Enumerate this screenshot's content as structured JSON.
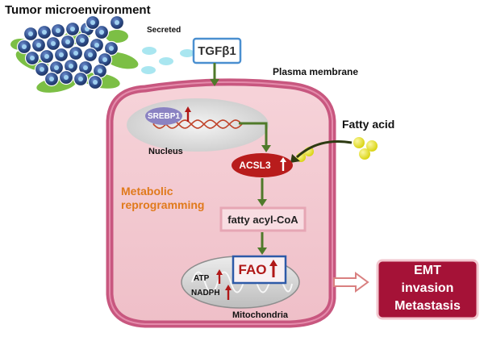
{
  "labels": {
    "title": "Tumor microenvironment",
    "secreted": "Secreted",
    "tgfb1": "TGFβ1",
    "plasma_membrane": "Plasma membrane",
    "fatty_acid": "Fatty acid",
    "srebp1": "SREBP1",
    "nucleus": "Nucleus",
    "acsl3": "ACSL3",
    "metabolic": "Metabolic",
    "reprogramming": "reprogramming",
    "fatty_acyl_coa": "fatty acyl-CoA",
    "fao": "FAO",
    "atp": "ATP",
    "nadph": "NADPH",
    "mitochondria": "Mitochondria",
    "emt": "EMT",
    "invasion": "invasion",
    "metastasis": "Metastasis"
  },
  "colors": {
    "cell_fill": "#f2c8cf",
    "membrane": "#c8577f",
    "upregulation_arrow": "#b01818",
    "pathway_arrow": "#4f7a2a",
    "acsl3_fill": "#b81c1c",
    "outcome_fill": "#a51237",
    "orange_text": "#e07a1c",
    "tumor_blue": "#2c4a86",
    "stroma_green": "#7cbf45",
    "fatty_acid_yellow": "#e8e419",
    "secreted_cyan": "#a9e6f0"
  }
}
